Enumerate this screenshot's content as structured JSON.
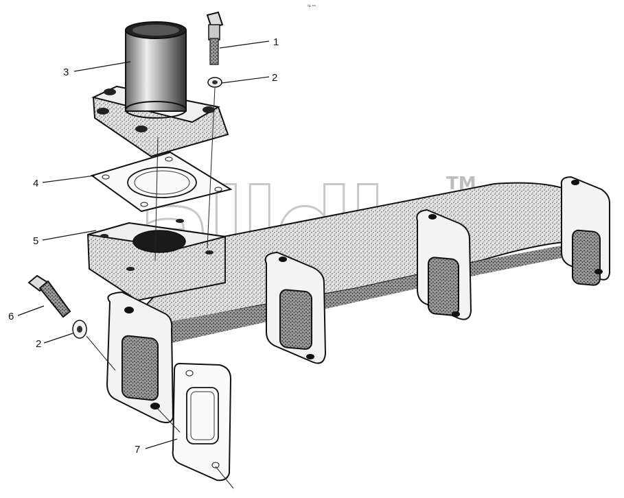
{
  "figure": {
    "corner_note": "№ •••"
  },
  "watermark": {
    "text": "alldb",
    "mark": "TM"
  },
  "callouts": [
    {
      "label": "1",
      "part": "bolt"
    },
    {
      "label": "2",
      "part": "washer"
    },
    {
      "label": "3",
      "part": "outlet-pipe-flange"
    },
    {
      "label": "4",
      "part": "flange-gasket"
    },
    {
      "label": "5",
      "part": "exhaust-manifold"
    },
    {
      "label": "6",
      "part": "bolt"
    },
    {
      "label": "2",
      "part": "washer"
    },
    {
      "label": "7",
      "part": "port-gasket"
    }
  ],
  "colors": {
    "ink": "#111111",
    "casting_fill": "#d9d9d9",
    "casting_shadow": "#9a9a9a",
    "watermark": "#c8c8c8"
  }
}
